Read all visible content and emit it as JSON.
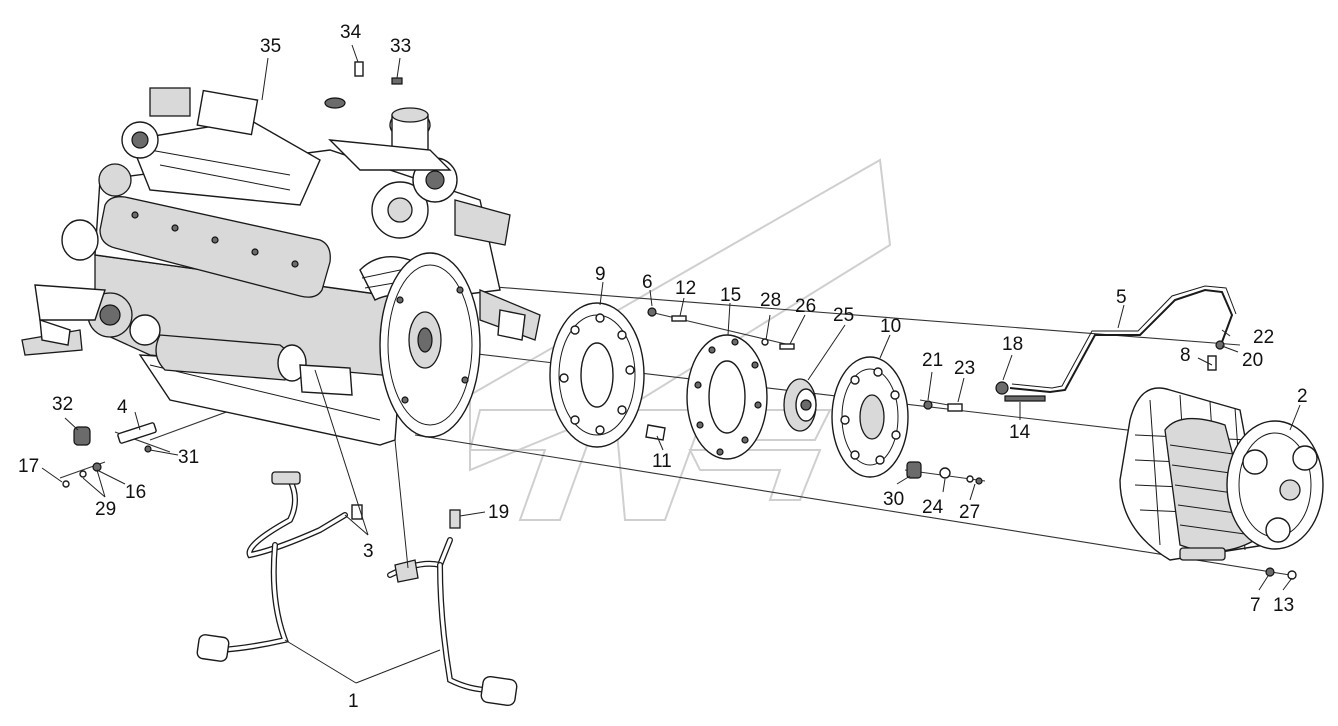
{
  "callouts": [
    {
      "id": "1",
      "text": "1"
    },
    {
      "id": "2",
      "text": "2"
    },
    {
      "id": "3",
      "text": "3"
    },
    {
      "id": "4",
      "text": "4"
    },
    {
      "id": "5",
      "text": "5"
    },
    {
      "id": "6",
      "text": "6"
    },
    {
      "id": "7",
      "text": "7"
    },
    {
      "id": "8",
      "text": "8"
    },
    {
      "id": "9",
      "text": "9"
    },
    {
      "id": "10",
      "text": "10"
    },
    {
      "id": "11",
      "text": "11"
    },
    {
      "id": "12",
      "text": "12"
    },
    {
      "id": "13",
      "text": "13"
    },
    {
      "id": "14",
      "text": "14"
    },
    {
      "id": "15",
      "text": "15"
    },
    {
      "id": "16",
      "text": "16"
    },
    {
      "id": "17",
      "text": "17"
    },
    {
      "id": "18",
      "text": "18"
    },
    {
      "id": "19",
      "text": "19"
    },
    {
      "id": "20",
      "text": "20"
    },
    {
      "id": "21",
      "text": "21"
    },
    {
      "id": "22",
      "text": "22"
    },
    {
      "id": "23",
      "text": "23"
    },
    {
      "id": "24",
      "text": "24"
    },
    {
      "id": "25",
      "text": "25"
    },
    {
      "id": "26",
      "text": "26"
    },
    {
      "id": "27",
      "text": "27"
    },
    {
      "id": "28",
      "text": "28"
    },
    {
      "id": "29",
      "text": "29"
    },
    {
      "id": "30",
      "text": "30"
    },
    {
      "id": "31",
      "text": "31"
    },
    {
      "id": "32",
      "text": "32"
    },
    {
      "id": "33",
      "text": "33"
    },
    {
      "id": "34",
      "text": "34"
    },
    {
      "id": "35",
      "text": "35"
    }
  ],
  "parts": {
    "engine": "engine-assembly",
    "flywheel": "flywheel",
    "clutch_housing": "clutch-housing",
    "wiring_harness": "sensor-harness",
    "hydraulic_line": "hydraulic-line"
  },
  "colors": {
    "ink": "#111111",
    "watermark": "#cfcfcf"
  }
}
